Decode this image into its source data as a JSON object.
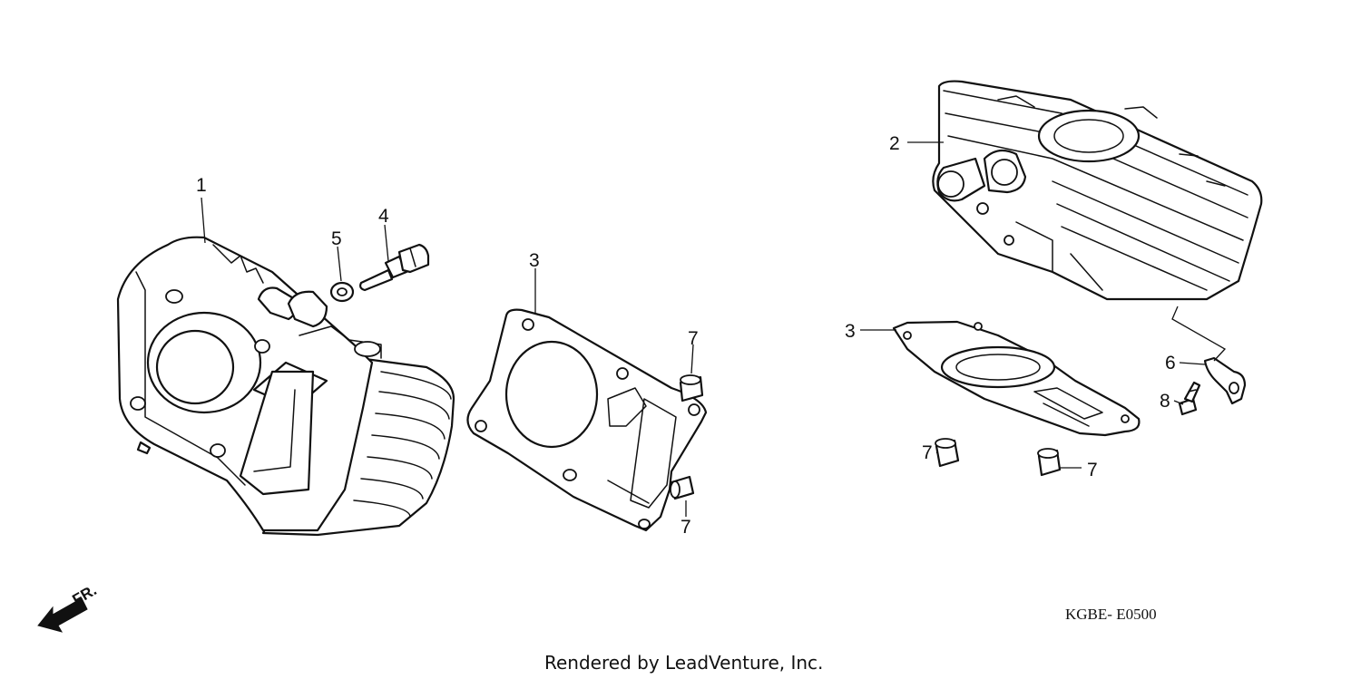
{
  "diagram": {
    "callouts": {
      "c1": "1",
      "c2": "2",
      "c3a": "3",
      "c3b": "3",
      "c4": "4",
      "c5": "5",
      "c6": "6",
      "c7a": "7",
      "c7b": "7",
      "c7c": "7",
      "c7d": "7",
      "c8": "8"
    },
    "front_marker": "FR.",
    "drawing_code": "KGBE- E0500",
    "credit": "Rendered by LeadVenture, Inc."
  },
  "icons": {
    "front_arrow": "front-direction-arrow-icon"
  }
}
